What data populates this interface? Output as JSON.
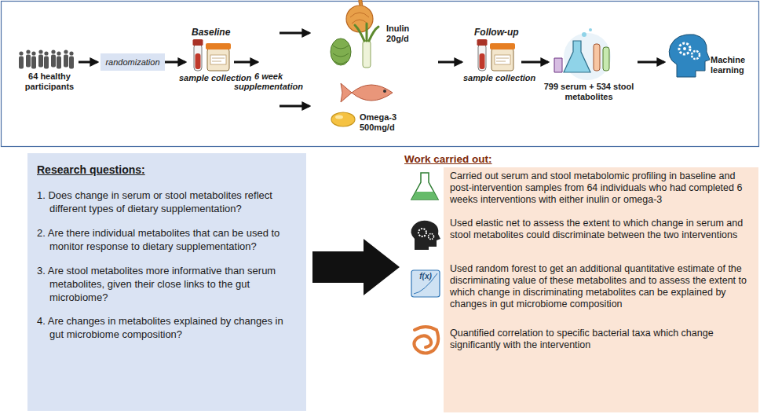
{
  "diagram": {
    "nodes": [
      {
        "text": [
          "randomization"
        ]
      },
      {
        "text": [
          "Research questions:",
          "1. Does change in serum or stool metabolites reflect different types of dietary supplementation?",
          "2. Are there individual metabolites that can be used to monitor response to dietary supplementation?",
          "3. Are stool metabolites more informative than serum metabolites, given their close links to the gut microbiome?",
          "4. Are changes in metabolites explained by changes in gut microbiome composition?"
        ]
      },
      {
        "text": [
          "Work carried out:",
          "Carried out serum and stool metabolomic profiling in baseline and post-intervention samples from 64 individuals who had completed 6 weeks interventions with either inulin or omega-3",
          "Used elastic net to assess the extent to which change in serum and stool metabolites could discriminate between the two interventions",
          "Used random forest to get an additional quantitative estimate of the discriminating value of these metabolites and to assess the extent to which change in discriminating metabolites can be explained by changes in gut microbiome composition",
          "Quantified correlation to specific bacterial taxa which change significantly with the intervention"
        ]
      }
    ],
    "edges": [
      {
        "from": 1,
        "to": 2,
        "arrow": "to"
      }
    ],
    "labels": [
      "64 healthy participants",
      "Baseline",
      "sample collection",
      "6 week supplementation",
      "Inulin 20g/d",
      "Omega-3 500mg/d",
      "Follow-up",
      "sample collection",
      "799 serum + 534 stool metabolites",
      "Machine learning",
      "f(x)"
    ]
  }
}
